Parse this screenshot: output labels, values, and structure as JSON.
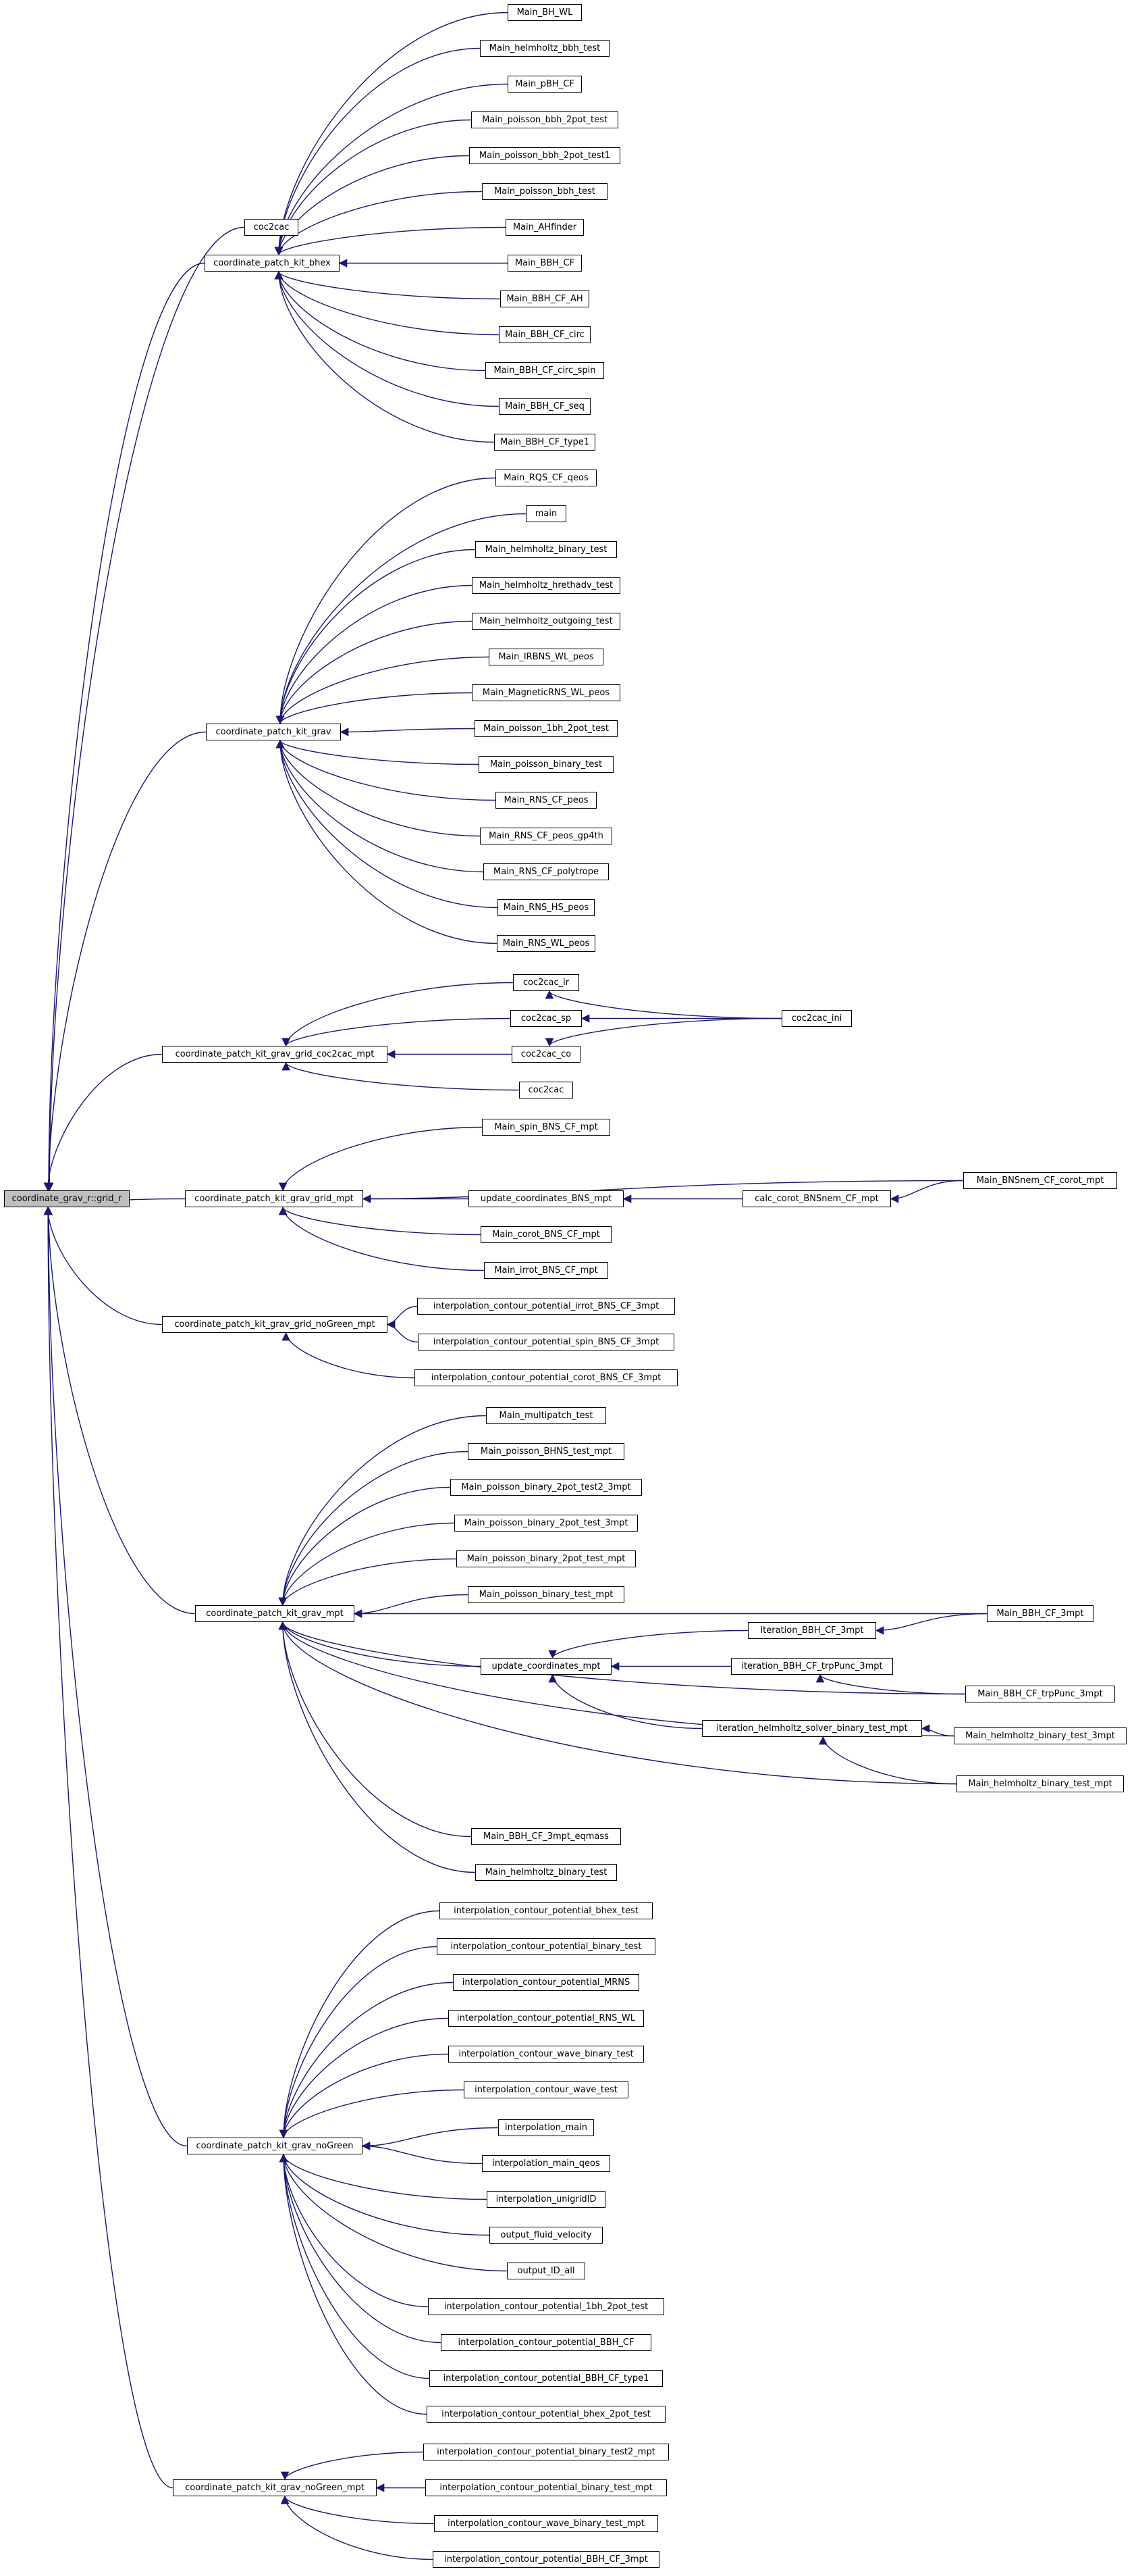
{
  "nodes": {
    "root": "coordinate_grav_r::grid_r",
    "p1": "coc2cac",
    "p2": "coordinate_patch_kit_bhex",
    "p3": "coordinate_patch_kit_grav",
    "p4": "coordinate_patch_kit_grav_grid_coc2cac_mpt",
    "p5": "coordinate_patch_kit_grav_grid_mpt",
    "p6": "coordinate_patch_kit_grav_grid_noGreen_mpt",
    "p7": "coordinate_patch_kit_grav_mpt",
    "p8": "coordinate_patch_kit_grav_noGreen",
    "p9": "coordinate_patch_kit_grav_noGreen_mpt",
    "b1": "Main_BH_WL",
    "b2": "Main_helmholtz_bbh_test",
    "b3": "Main_pBH_CF",
    "b4": "Main_poisson_bbh_2pot_test",
    "b5": "Main_poisson_bbh_2pot_test1",
    "b6": "Main_poisson_bbh_test",
    "b7": "Main_AHfinder",
    "b8": "Main_BBH_CF",
    "b9": "Main_BBH_CF_AH",
    "b10": "Main_BBH_CF_circ",
    "b11": "Main_BBH_CF_circ_spin",
    "b12": "Main_BBH_CF_seq",
    "b13": "Main_BBH_CF_type1",
    "g1": "Main_RQS_CF_qeos",
    "g2": "main",
    "g3": "Main_helmholtz_binary_test",
    "g4": "Main_helmholtz_hrethadv_test",
    "g5": "Main_helmholtz_outgoing_test",
    "g6": "Main_IRBNS_WL_peos",
    "g7": "Main_MagneticRNS_WL_peos",
    "g8": "Main_poisson_1bh_2pot_test",
    "g9": "Main_poisson_binary_test",
    "g10": "Main_RNS_CF_peos",
    "g11": "Main_RNS_CF_peos_gp4th",
    "g12": "Main_RNS_CF_polytrope",
    "g13": "Main_RNS_HS_peos",
    "g14": "Main_RNS_WL_peos",
    "c1": "coc2cac_ir",
    "c2": "coc2cac_sp",
    "c3": "coc2cac_co",
    "c4": "coc2cac",
    "c5": "coc2cac_ini",
    "m1": "Main_spin_BNS_CF_mpt",
    "m2": "update_coordinates_BNS_mpt",
    "m3": "Main_corot_BNS_CF_mpt",
    "m4": "Main_irrot_BNS_CF_mpt",
    "m5": "calc_corot_BNSnem_CF_mpt",
    "m6": "Main_BNSnem_CF_corot_mpt",
    "n1": "interpolation_contour_potential_irrot_BNS_CF_3mpt",
    "n2": "interpolation_contour_potential_spin_BNS_CF_3mpt",
    "n3": "interpolation_contour_potential_corot_BNS_CF_3mpt",
    "t1": "Main_multipatch_test",
    "t2": "Main_poisson_BHNS_test_mpt",
    "t3": "Main_poisson_binary_2pot_test2_3mpt",
    "t4": "Main_poisson_binary_2pot_test_3mpt",
    "t5": "Main_poisson_binary_2pot_test_mpt",
    "t6": "Main_poisson_binary_test_mpt",
    "t7": "update_coordinates_mpt",
    "t8": "iteration_BBH_CF_3mpt",
    "t9": "iteration_BBH_CF_trpPunc_3mpt",
    "t10": "iteration_helmholtz_solver_binary_test_mpt",
    "t11": "Main_BBH_CF_3mpt",
    "t12": "Main_BBH_CF_trpPunc_3mpt",
    "t13": "Main_helmholtz_binary_test_3mpt",
    "t14": "Main_helmholtz_binary_test_mpt",
    "t15": "Main_BBH_CF_3mpt_eqmass",
    "t16": "Main_helmholtz_binary_test",
    "q1": "interpolation_contour_potential_bhex_test",
    "q2": "interpolation_contour_potential_binary_test",
    "q3": "interpolation_contour_potential_MRNS",
    "q4": "interpolation_contour_potential_RNS_WL",
    "q5": "interpolation_contour_wave_binary_test",
    "q6": "interpolation_contour_wave_test",
    "q7": "interpolation_main",
    "q8": "interpolation_main_qeos",
    "q9": "interpolation_unigridID",
    "q10": "output_fluid_velocity",
    "q11": "output_ID_all",
    "q12": "interpolation_contour_potential_1bh_2pot_test",
    "q13": "interpolation_contour_potential_BBH_CF",
    "q14": "interpolation_contour_potential_BBH_CF_type1",
    "q15": "interpolation_contour_potential_bhex_2pot_test",
    "r1": "interpolation_contour_potential_binary_test2_mpt",
    "r2": "interpolation_contour_potential_binary_test_mpt",
    "r3": "interpolation_contour_wave_binary_test_mpt",
    "r4": "interpolation_contour_potential_BBH_CF_3mpt"
  },
  "edges": [
    [
      "p1",
      "root"
    ],
    [
      "p2",
      "root"
    ],
    [
      "p3",
      "root"
    ],
    [
      "p4",
      "root"
    ],
    [
      "p5",
      "root"
    ],
    [
      "p6",
      "root"
    ],
    [
      "p7",
      "root"
    ],
    [
      "p8",
      "root"
    ],
    [
      "p9",
      "root"
    ],
    [
      "b1",
      "p2"
    ],
    [
      "b2",
      "p2"
    ],
    [
      "b3",
      "p2"
    ],
    [
      "b4",
      "p2"
    ],
    [
      "b5",
      "p2"
    ],
    [
      "b6",
      "p2"
    ],
    [
      "b7",
      "p2"
    ],
    [
      "b8",
      "p2"
    ],
    [
      "b9",
      "p2"
    ],
    [
      "b10",
      "p2"
    ],
    [
      "b11",
      "p2"
    ],
    [
      "b12",
      "p2"
    ],
    [
      "b13",
      "p2"
    ],
    [
      "g1",
      "p3"
    ],
    [
      "g2",
      "p3"
    ],
    [
      "g3",
      "p3"
    ],
    [
      "g4",
      "p3"
    ],
    [
      "g5",
      "p3"
    ],
    [
      "g6",
      "p3"
    ],
    [
      "g7",
      "p3"
    ],
    [
      "g8",
      "p3"
    ],
    [
      "g9",
      "p3"
    ],
    [
      "g10",
      "p3"
    ],
    [
      "g11",
      "p3"
    ],
    [
      "g12",
      "p3"
    ],
    [
      "g13",
      "p3"
    ],
    [
      "g14",
      "p3"
    ],
    [
      "c1",
      "p4"
    ],
    [
      "c2",
      "p4"
    ],
    [
      "c3",
      "p4"
    ],
    [
      "c4",
      "p4"
    ],
    [
      "c5",
      "c1"
    ],
    [
      "c5",
      "c2"
    ],
    [
      "c5",
      "c3"
    ],
    [
      "m1",
      "p5"
    ],
    [
      "m6",
      "p5"
    ],
    [
      "m2",
      "p5"
    ],
    [
      "m3",
      "p5"
    ],
    [
      "m4",
      "p5"
    ],
    [
      "m5",
      "m2"
    ],
    [
      "m6",
      "m5"
    ],
    [
      "n1",
      "p6"
    ],
    [
      "n2",
      "p6"
    ],
    [
      "n3",
      "p6"
    ],
    [
      "t1",
      "p7"
    ],
    [
      "t2",
      "p7"
    ],
    [
      "t3",
      "p7"
    ],
    [
      "t4",
      "p7"
    ],
    [
      "t5",
      "p7"
    ],
    [
      "t6",
      "p7"
    ],
    [
      "t11",
      "p7"
    ],
    [
      "t7",
      "p7"
    ],
    [
      "t12",
      "p7"
    ],
    [
      "t13",
      "p7"
    ],
    [
      "t14",
      "p7"
    ],
    [
      "t15",
      "p7"
    ],
    [
      "t16",
      "p7"
    ],
    [
      "t8",
      "t7"
    ],
    [
      "t9",
      "t7"
    ],
    [
      "t10",
      "t7"
    ],
    [
      "t11",
      "t8"
    ],
    [
      "t12",
      "t9"
    ],
    [
      "t13",
      "t10"
    ],
    [
      "t14",
      "t10"
    ],
    [
      "q1",
      "p8"
    ],
    [
      "q2",
      "p8"
    ],
    [
      "q3",
      "p8"
    ],
    [
      "q4",
      "p8"
    ],
    [
      "q5",
      "p8"
    ],
    [
      "q6",
      "p8"
    ],
    [
      "q7",
      "p8"
    ],
    [
      "q8",
      "p8"
    ],
    [
      "q9",
      "p8"
    ],
    [
      "q10",
      "p8"
    ],
    [
      "q11",
      "p8"
    ],
    [
      "q12",
      "p8"
    ],
    [
      "q13",
      "p8"
    ],
    [
      "q14",
      "p8"
    ],
    [
      "q15",
      "p8"
    ],
    [
      "r1",
      "p9"
    ],
    [
      "r2",
      "p9"
    ],
    [
      "r3",
      "p9"
    ],
    [
      "r4",
      "p9"
    ]
  ],
  "colors": {
    "edge": "#191970",
    "root_fill": "#bfbfbf",
    "node_border": "#000000"
  }
}
